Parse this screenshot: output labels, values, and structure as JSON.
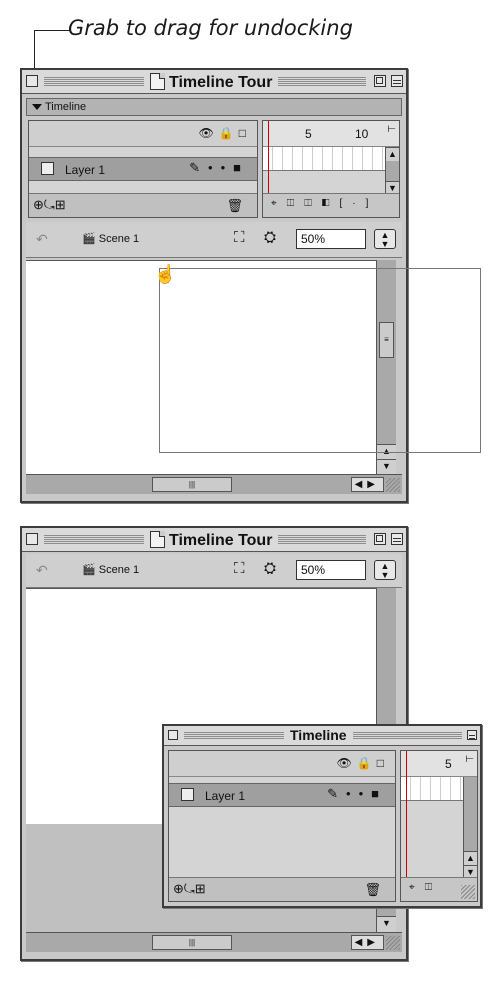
{
  "callout": {
    "text": "Grab to drag for undocking"
  },
  "win1": {
    "title": "Timeline Tour",
    "panel_label": "Timeline",
    "layer_name": "Layer 1",
    "frame_numbers": [
      "5",
      "10"
    ],
    "scene_label": "Scene 1",
    "zoom_value": "50%"
  },
  "win2": {
    "title": "Timeline Tour",
    "scene_label": "Scene 1",
    "zoom_value": "50%"
  },
  "float_timeline": {
    "title": "Timeline",
    "layer_name": "Layer 1",
    "frame_numbers": [
      "5"
    ]
  },
  "icons": {
    "eye": "eye-icon",
    "lock": "lock-icon",
    "outline": "outline-icon",
    "pencil": "pencil-icon",
    "trash": "trash-icon",
    "hand": "hand-icon",
    "scene": "clapper-icon",
    "edit_symbol": "symbol-icon",
    "edit_scene": "scene-switch-icon"
  },
  "colors": {
    "chrome": "#c9c9c9",
    "selected_layer": "#9f9f9f",
    "stage": "#ffffff"
  }
}
